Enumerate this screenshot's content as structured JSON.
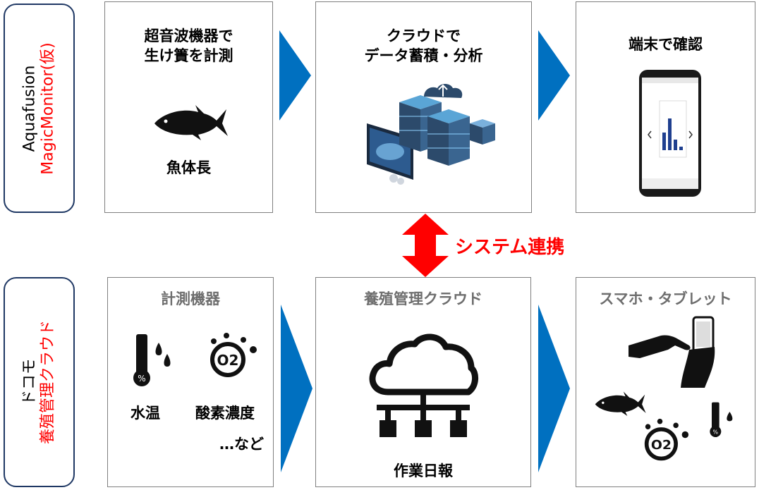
{
  "top_side": {
    "line1": "Aquafusion",
    "line2": "MagicMonitor(仮)"
  },
  "bottom_side": {
    "line1": "ドコモ",
    "line2": "養殖管理クラウド"
  },
  "top_row": {
    "box1": {
      "title_line1": "超音波機器で",
      "title_line2": "生け簀を計測",
      "label": "魚体長"
    },
    "box2": {
      "title_line1": "クラウドで",
      "title_line2": "データ蓄積・分析"
    },
    "box3": {
      "title": "端末で確認"
    }
  },
  "link": {
    "label": "システム連携"
  },
  "bottom_row": {
    "box1": {
      "title": "計測機器",
      "label_water": "水温",
      "label_oxygen": "酸素濃度",
      "label_etc": "…など"
    },
    "box2": {
      "title": "養殖管理クラウド",
      "label": "作業日報"
    },
    "box3": {
      "title": "スマホ・タブレット"
    }
  },
  "colors": {
    "arrow": "#0070c0",
    "link": "#ff0000",
    "side_border": "#1f3864"
  }
}
